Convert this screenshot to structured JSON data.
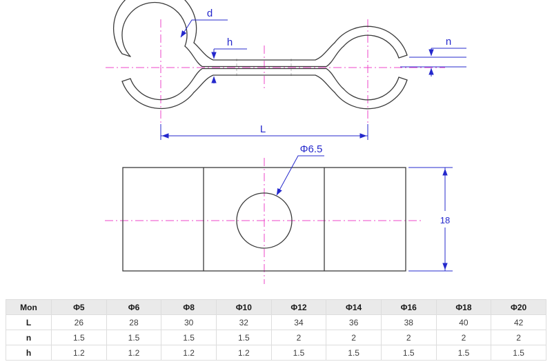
{
  "drawing": {
    "side": {
      "d": "d",
      "h": "h",
      "n": "n",
      "L": "L"
    },
    "plan": {
      "hole_diameter": "Φ6.5",
      "height": "18"
    }
  },
  "colors": {
    "dimension_blue": "#2428cc",
    "centerline_magenta": "#ee46ca",
    "outline_dark": "#3a3a3a",
    "table_header_bg": "#eaeaea"
  },
  "table": {
    "columns": [
      "Mon",
      "Φ5",
      "Φ6",
      "Φ8",
      "Φ10",
      "Φ12",
      "Φ14",
      "Φ16",
      "Φ18",
      "Φ20"
    ],
    "rows": [
      {
        "label": "L",
        "values": [
          "26",
          "28",
          "30",
          "32",
          "34",
          "36",
          "38",
          "40",
          "42"
        ]
      },
      {
        "label": "n",
        "values": [
          "1.5",
          "1.5",
          "1.5",
          "1.5",
          "2",
          "2",
          "2",
          "2",
          "2"
        ]
      },
      {
        "label": "h",
        "values": [
          "1.2",
          "1.2",
          "1.2",
          "1.2",
          "1.5",
          "1.5",
          "1.5",
          "1.5",
          "1.5"
        ]
      }
    ]
  }
}
